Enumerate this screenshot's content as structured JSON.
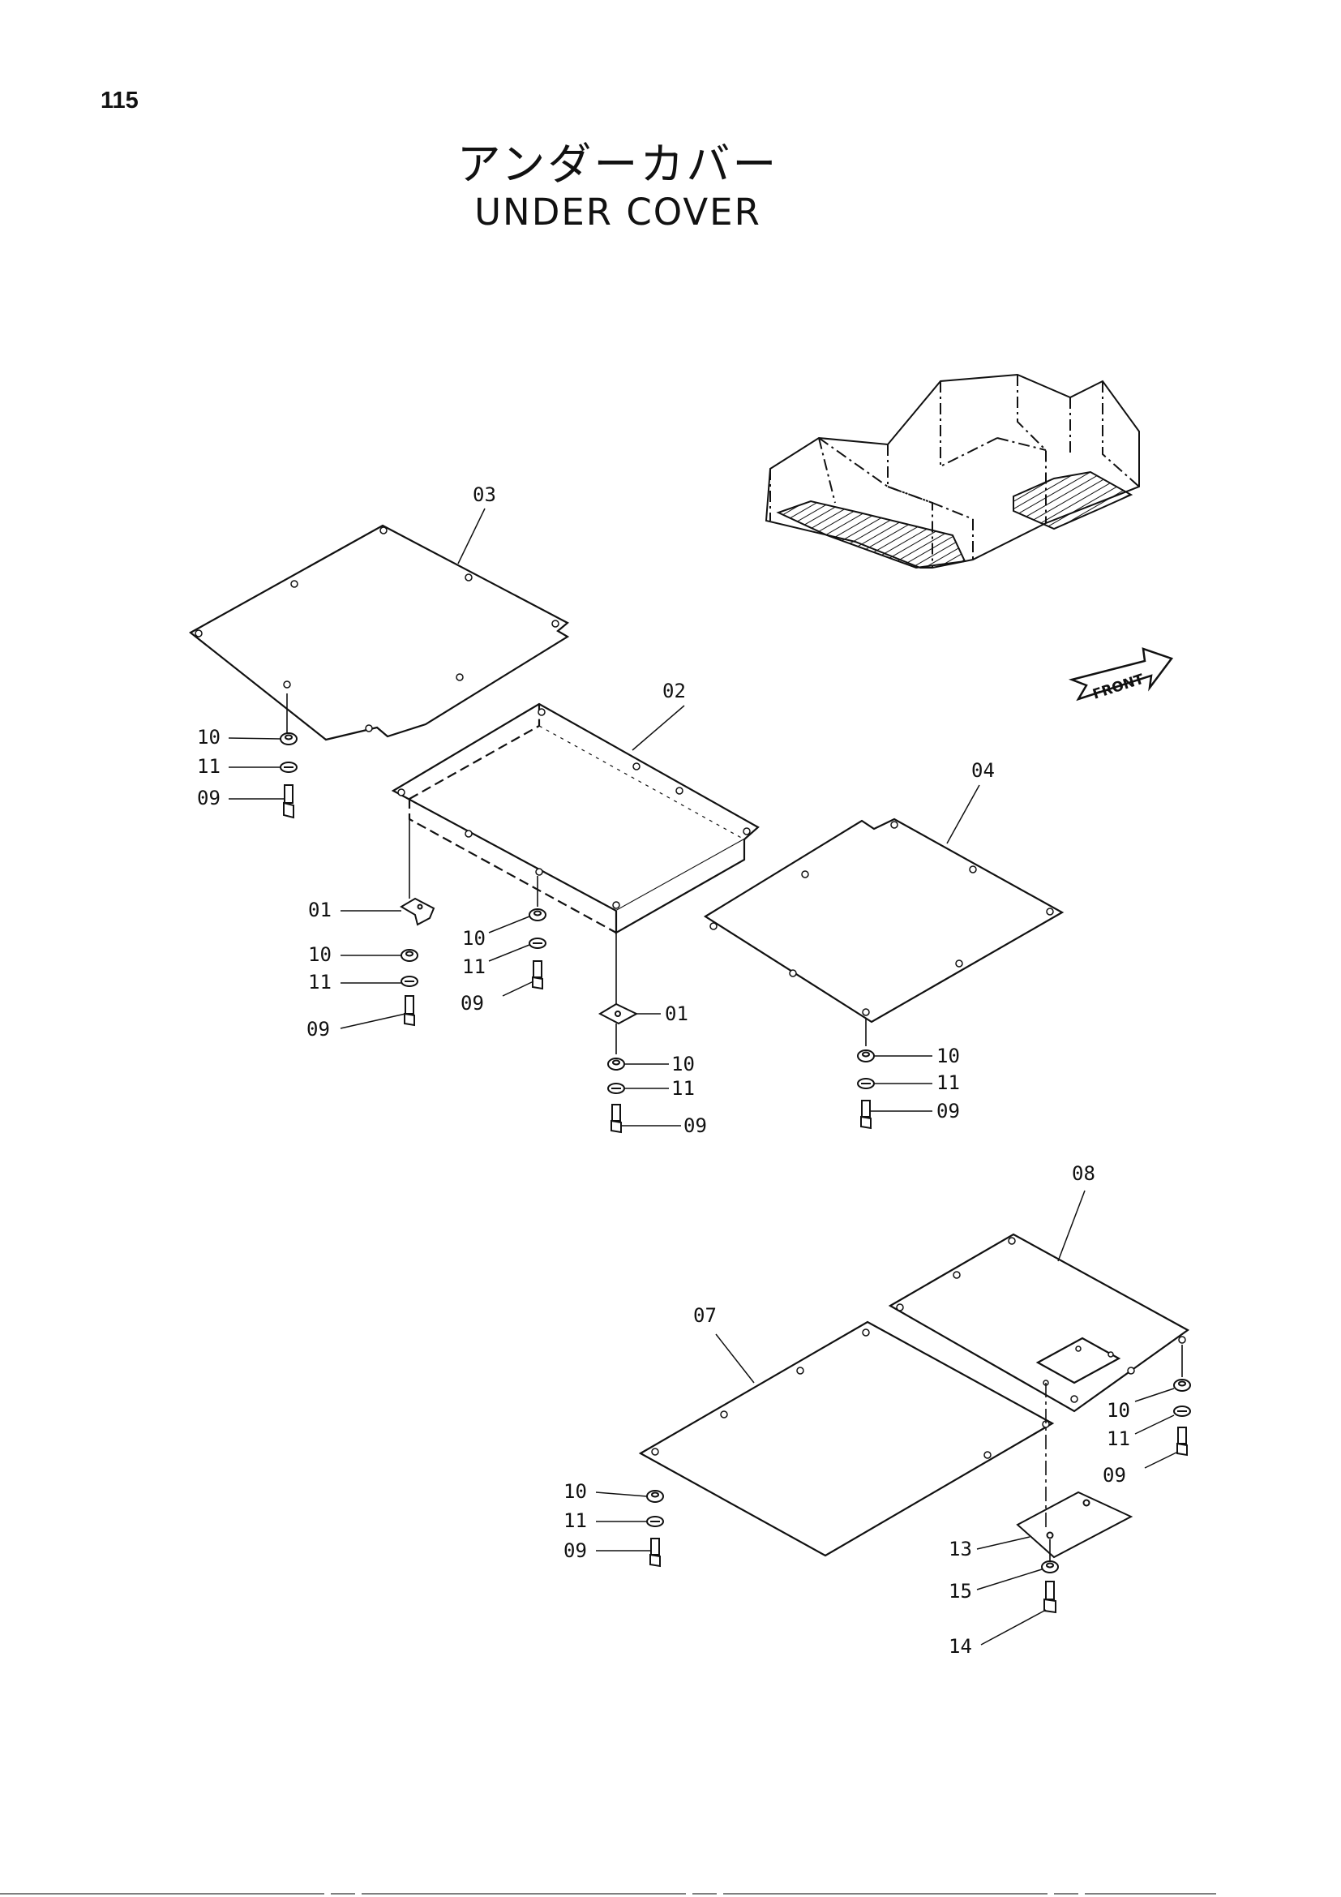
{
  "page": {
    "number": "115"
  },
  "title": {
    "japanese": "アンダーカバー",
    "english": "UNDER COVER"
  },
  "front_indicator": "FRONT",
  "labels": {
    "01": "01",
    "02": "02",
    "03": "03",
    "04": "04",
    "07": "07",
    "08": "08",
    "09": "09",
    "10": "10",
    "11": "11",
    "13": "13",
    "14": "14",
    "15": "15"
  }
}
